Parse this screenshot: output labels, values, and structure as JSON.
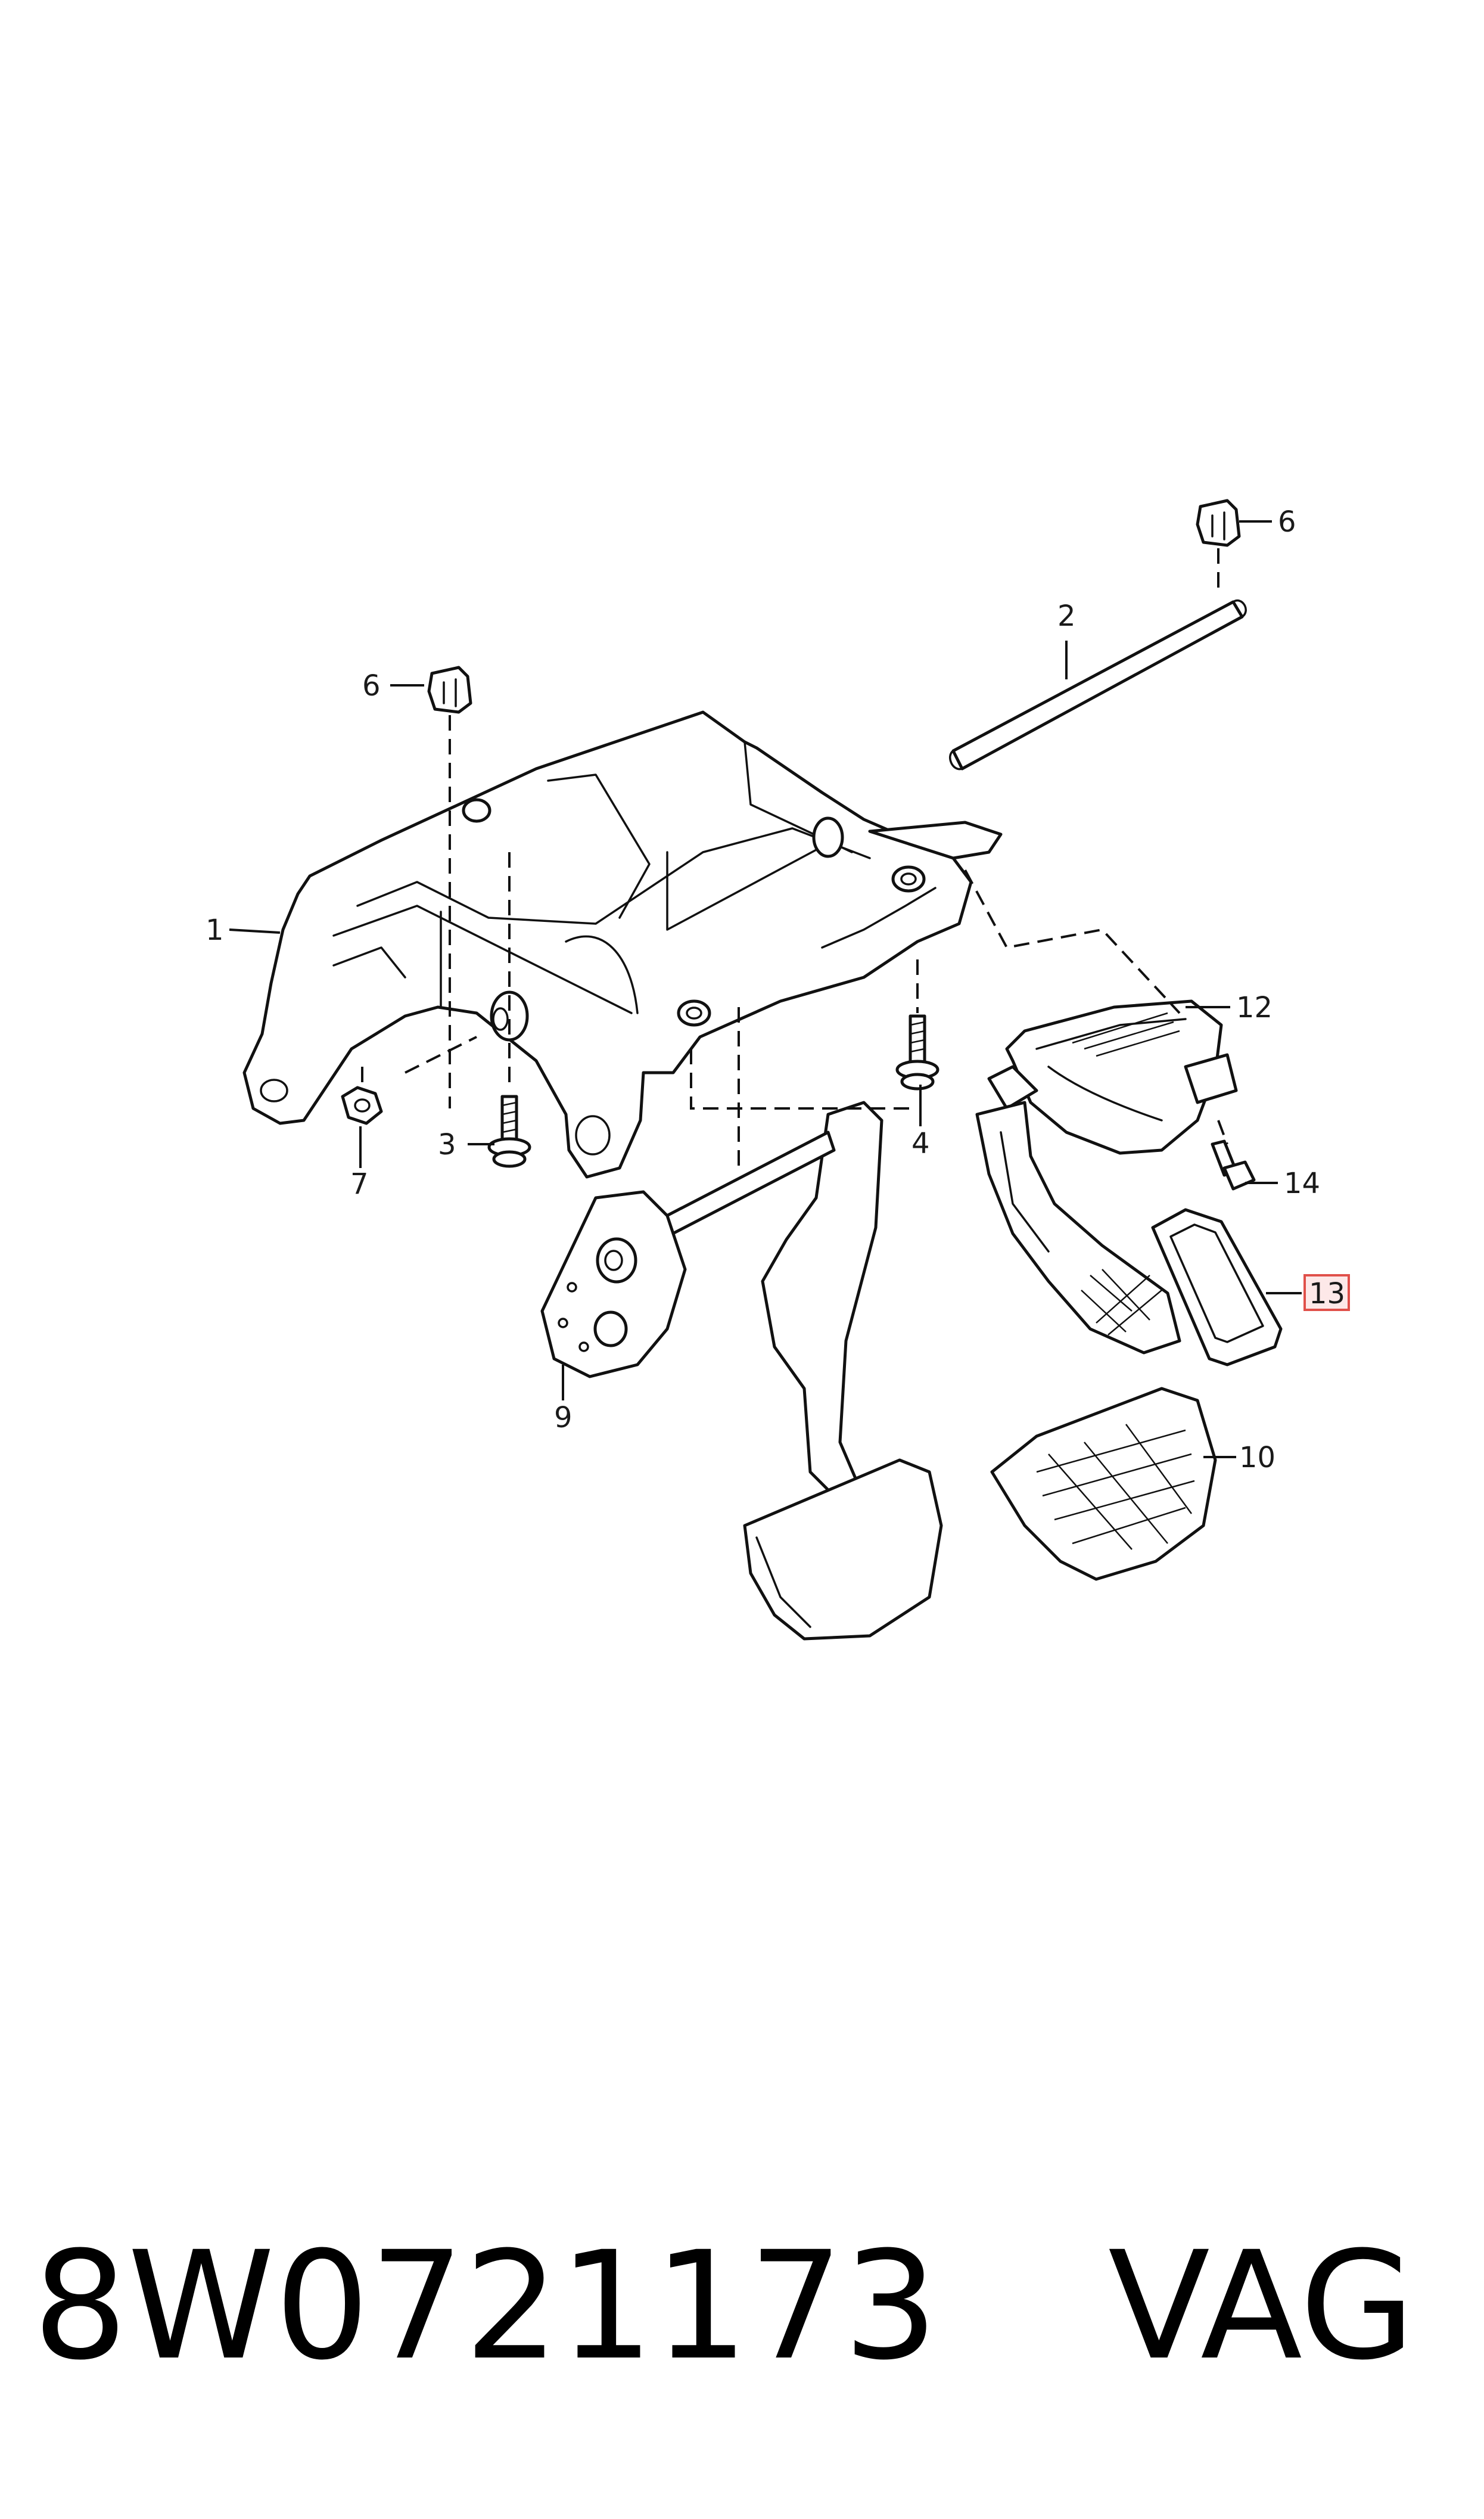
{
  "diagram": {
    "callouts": [
      {
        "id": "1",
        "text": "1"
      },
      {
        "id": "2",
        "text": "2"
      },
      {
        "id": "3",
        "text": "3"
      },
      {
        "id": "4",
        "text": "4"
      },
      {
        "id": "6a",
        "text": "6"
      },
      {
        "id": "6b",
        "text": "6"
      },
      {
        "id": "7",
        "text": "7"
      },
      {
        "id": "9",
        "text": "9"
      },
      {
        "id": "10",
        "text": "10"
      },
      {
        "id": "12",
        "text": "12"
      },
      {
        "id": "13",
        "text": "13",
        "highlighted": true
      },
      {
        "id": "14",
        "text": "14"
      }
    ],
    "highlight_color": "#e0504a",
    "highlight_fill": "#fde8e8"
  },
  "caption": {
    "part_number": "8W0721173",
    "brand": "VAG"
  }
}
